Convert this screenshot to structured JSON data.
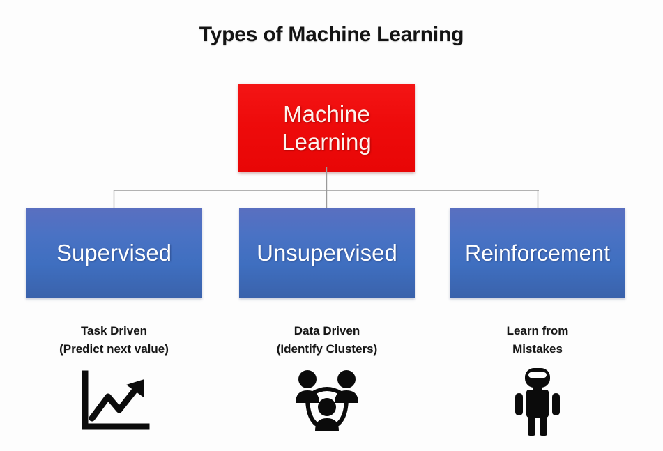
{
  "diagram": {
    "title": "Types of Machine Learning",
    "root": {
      "label_line1": "Machine",
      "label_line2": "Learning",
      "color": "#ee0b0b",
      "text_color": "#fdf3ee"
    },
    "branch_color": "#4a72c4",
    "branch_text_color": "#ffffff",
    "connector_color": "#9a9a9a",
    "background": "#fdfdfd",
    "branches": [
      {
        "label": "Supervised",
        "caption_line1": "Task Driven",
        "caption_line2": "(Predict next value)",
        "icon": "trending-up-chart-icon"
      },
      {
        "label": "Unsupervised",
        "caption_line1": "Data Driven",
        "caption_line2": "(Identify Clusters)",
        "icon": "people-cluster-icon"
      },
      {
        "label": "Reinforcement",
        "caption_line1": "Learn from",
        "caption_line2": "Mistakes",
        "icon": "robot-icon"
      }
    ]
  }
}
